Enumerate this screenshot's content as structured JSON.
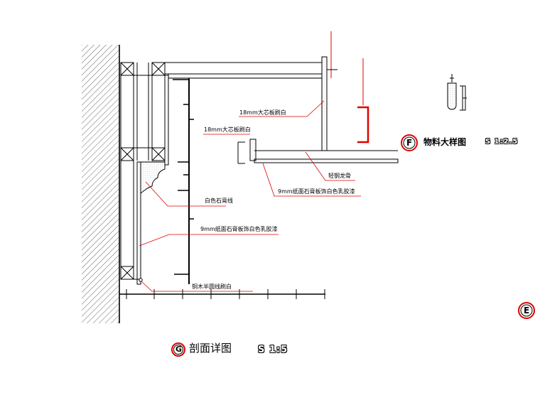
{
  "labels": {
    "board_top": "18mm大芯板刷白",
    "board_mid": "18mm大芯板刷白",
    "light_steel": "轻钢龙骨",
    "gypsum_right": "9mm纸面石膏板饰白色乳胶漆",
    "plaster_line": "白色石膏线",
    "gypsum_left": "9mm纸面石膏板饰白色乳胶漆",
    "wood_bead": "铜木半圆线刷白"
  },
  "titles": {
    "section_letter": "G",
    "section_title": "剖面详图",
    "section_scale": "S 1:5",
    "detail_letter": "F",
    "detail_title": "物料大样图",
    "detail_scale": "S 1:2.5",
    "marker_letter": "E"
  },
  "colors": {
    "line": "#000000",
    "leader": "#e00000",
    "accent_red": "#e00000"
  }
}
